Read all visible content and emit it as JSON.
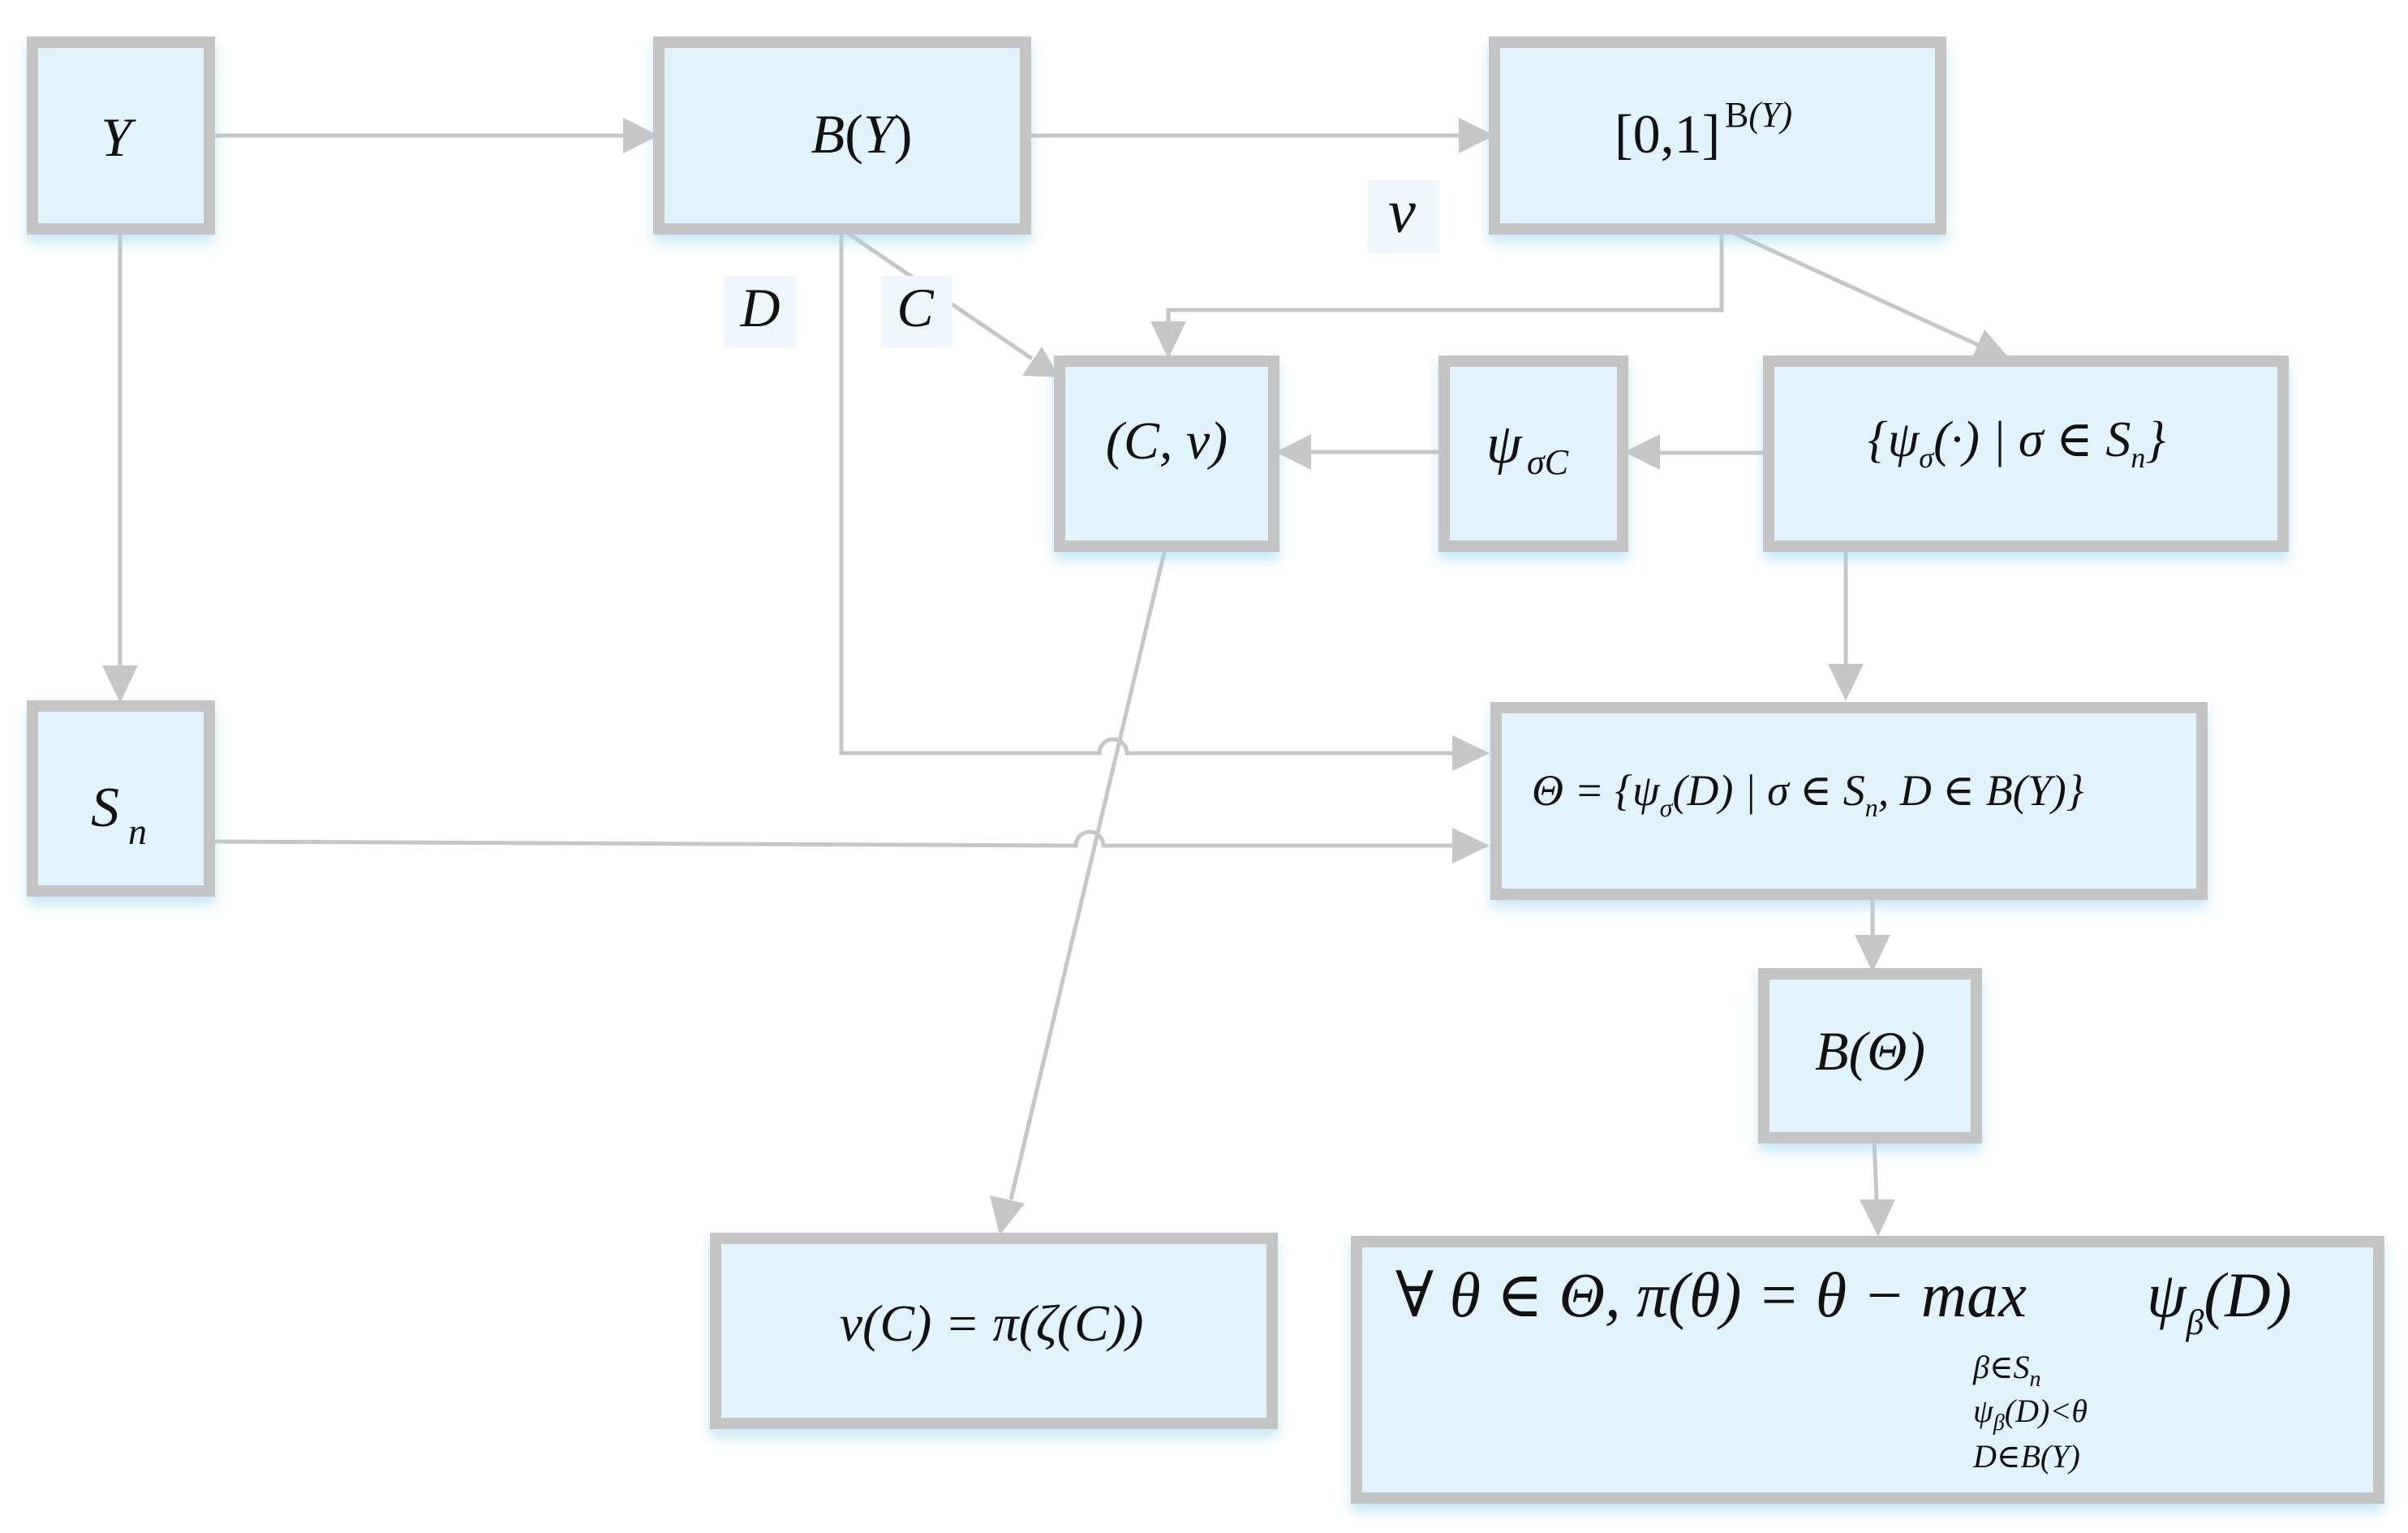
{
  "nodes": {
    "y": {
      "var": "Y"
    },
    "by": {
      "func": "B",
      "arg": "Y"
    },
    "unit": {
      "base": "[0,1]",
      "exp_B": "B",
      "exp_arg": "(Y)"
    },
    "sn": {
      "var": "S",
      "sub": "n"
    },
    "cnu": {
      "text": "(C, ν)"
    },
    "psi_sc": {
      "var": "ψ",
      "sub": "σC"
    },
    "psi_set": {
      "open": "{ψ",
      "sub": "σ",
      "rest": "(·) | σ ∈ S",
      "sub2": "n",
      "close": "}"
    },
    "theta_set": {
      "p1": "Θ = {ψ",
      "s1": "σ",
      "p2": "(D) | σ ∈ S",
      "s2": "n",
      "p3": ", D ∈ B(Y)}"
    },
    "b_theta": {
      "text": "B(Θ)"
    },
    "nu_c": {
      "text": "ν(C) = π(ζ(C))"
    },
    "pi_def": {
      "main": "∀ θ ∈ Θ, π(θ) = θ − max",
      "psi": "ψ",
      "psi_sub": "β",
      "psi_arg": "(D)",
      "cond1": "β∈S",
      "cond1_sub": "n",
      "cond2a": "ψ",
      "cond2_sub": "β",
      "cond2b": "(D)<θ",
      "cond3": "D∈B(Y)"
    }
  },
  "edge_labels": {
    "d": "D",
    "c": "C",
    "nu": "ν"
  }
}
